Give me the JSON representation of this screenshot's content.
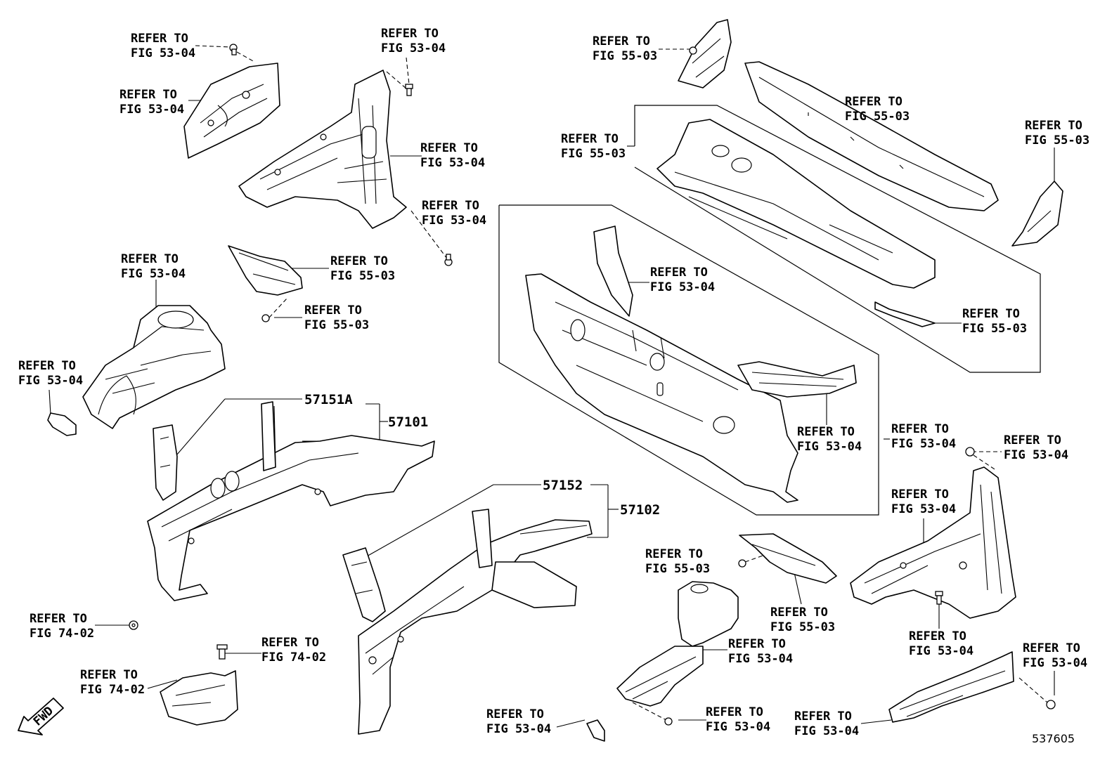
{
  "refs": [
    {
      "id": "r1",
      "line1": "REFER TO",
      "line2": "FIG 53-04"
    },
    {
      "id": "r2",
      "line1": "REFER TO",
      "line2": "FIG 53-04"
    },
    {
      "id": "r3",
      "line1": "REFER TO",
      "line2": "FIG 53-04"
    },
    {
      "id": "r4",
      "line1": "REFER TO",
      "line2": "FIG 53-04"
    },
    {
      "id": "r5",
      "line1": "REFER TO",
      "line2": "FIG 53-04"
    },
    {
      "id": "r6",
      "line1": "REFER TO",
      "line2": "FIG 53-04"
    },
    {
      "id": "r7",
      "line1": "REFER TO",
      "line2": "FIG 55-03"
    },
    {
      "id": "r8",
      "line1": "REFER TO",
      "line2": "FIG 55-03"
    },
    {
      "id": "r9",
      "line1": "REFER TO",
      "line2": "FIG 53-04"
    },
    {
      "id": "r10",
      "line1": "REFER TO",
      "line2": "FIG 74-02"
    },
    {
      "id": "r11",
      "line1": "REFER TO",
      "line2": "FIG 74-02"
    },
    {
      "id": "r12",
      "line1": "REFER TO",
      "line2": "FIG 74-02"
    },
    {
      "id": "r13",
      "line1": "REFER TO",
      "line2": "FIG 55-03"
    },
    {
      "id": "r14",
      "line1": "REFER TO",
      "line2": "FIG 55-03"
    },
    {
      "id": "r15",
      "line1": "REFER TO",
      "line2": "FIG 55-03"
    },
    {
      "id": "r16",
      "line1": "REFER TO",
      "line2": "FIG 55-03"
    },
    {
      "id": "r17",
      "line1": "REFER TO",
      "line2": "FIG 53-04"
    },
    {
      "id": "r18",
      "line1": "REFER TO",
      "line2": "FIG 55-03"
    },
    {
      "id": "r19",
      "line1": "REFER TO",
      "line2": "FIG 53-04"
    },
    {
      "id": "r20",
      "line1": "REFER TO",
      "line2": "FIG 53-04"
    },
    {
      "id": "r21",
      "line1": "REFER TO",
      "line2": "FIG 53-04"
    },
    {
      "id": "r22",
      "line1": "REFER TO",
      "line2": "FIG 53-04"
    },
    {
      "id": "r23",
      "line1": "REFER TO",
      "line2": "FIG 55-03"
    },
    {
      "id": "r24",
      "line1": "REFER TO",
      "line2": "FIG 55-03"
    },
    {
      "id": "r25",
      "line1": "REFER TO",
      "line2": "FIG 53-04"
    },
    {
      "id": "r26",
      "line1": "REFER TO",
      "line2": "FIG 53-04"
    },
    {
      "id": "r27",
      "line1": "REFER TO",
      "line2": "FIG 53-04"
    },
    {
      "id": "r28",
      "line1": "REFER TO",
      "line2": "FIG 53-04"
    },
    {
      "id": "r29",
      "line1": "REFER TO",
      "line2": "FIG 53-04"
    },
    {
      "id": "r30",
      "line1": "REFER TO",
      "line2": "FIG 53-04"
    }
  ],
  "part_numbers": {
    "p57151a": "57151A",
    "p57101": "57101",
    "p57152": "57152",
    "p57102": "57102"
  },
  "fwd_label": "FWD",
  "diagram_code": "537605"
}
